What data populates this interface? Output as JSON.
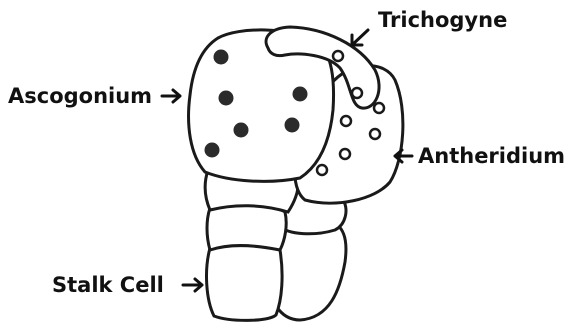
{
  "diagram": {
    "labels": {
      "trichogyne": "Trichogyne",
      "ascogonium": "Ascogonium",
      "antheridium": "Antheridium",
      "stalk_cell": "Stalk Cell"
    },
    "colors": {
      "outline": "#1a1a1a",
      "fill": "#ffffff",
      "nucleus": "#2b2b2b"
    }
  }
}
